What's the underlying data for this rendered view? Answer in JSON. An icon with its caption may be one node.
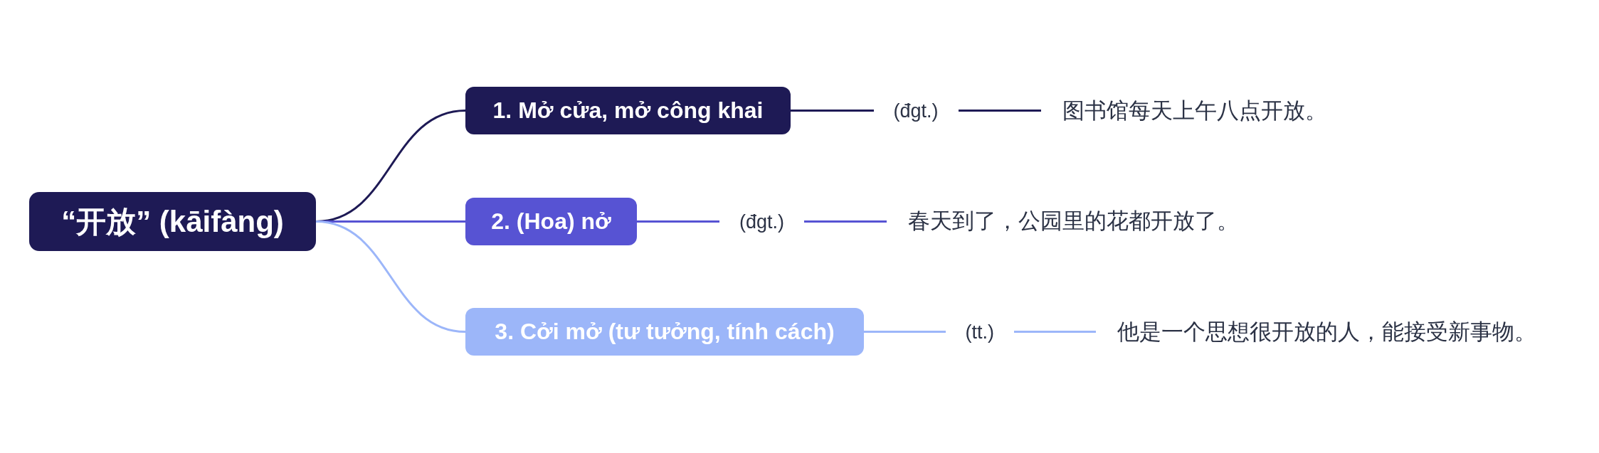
{
  "diagram": {
    "nodes": [
      {
        "text": [
          "“开放” (kāifàng)"
        ]
      },
      {
        "text": [
          "1. Mở cửa, mở công khai"
        ]
      },
      {
        "text": [
          "2. (Hoa) nở"
        ]
      },
      {
        "text": [
          "3. Cởi mở (tư tưởng, tính cách)"
        ]
      },
      {
        "text": [
          "图书馆每天上午八点开放。"
        ]
      },
      {
        "text": [
          "春天到了，公园里的花都开放了。"
        ]
      },
      {
        "text": [
          "他是一个思想很开放的人，能接受新事物。"
        ]
      }
    ],
    "edges": [
      {
        "from": 0,
        "to": 1,
        "arrow": "none",
        "color": "#1e1a55"
      },
      {
        "from": 0,
        "to": 2,
        "arrow": "none",
        "color": "#5753d3"
      },
      {
        "from": 0,
        "to": 3,
        "arrow": "none",
        "color": "#9cb6f9"
      },
      {
        "from": 1,
        "to": 4,
        "arrow": "none",
        "label": "(đgt.)",
        "color": "#1e1a55"
      },
      {
        "from": 2,
        "to": 5,
        "arrow": "none",
        "label": "(đgt.)",
        "color": "#5753d3"
      },
      {
        "from": 3,
        "to": 6,
        "arrow": "none",
        "label": "(tt.)",
        "color": "#9cb6f9"
      }
    ]
  }
}
